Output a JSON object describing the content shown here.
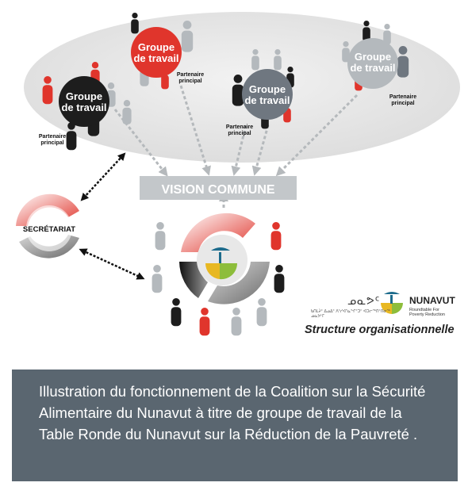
{
  "diagram": {
    "groups": [
      {
        "label_line1": "Groupe",
        "label_line2": "de travail",
        "color": "#1d1d1d"
      },
      {
        "label_line1": "Groupe",
        "label_line2": "de travail",
        "color": "#e0352c"
      },
      {
        "label_line1": "Groupe",
        "label_line2": "de travail",
        "color": "#6f7780"
      },
      {
        "label_line1": "Groupe",
        "label_line2": "de travail",
        "color": "#b4b9bd"
      }
    ],
    "partner_line1": "Partenaire",
    "partner_line2": "principal",
    "vision": "VISION COMMUNE",
    "secretariat": "SECRÉTARIAT"
  },
  "logo": {
    "inuktitut_name": "ᓄᓇᕗᑦ",
    "inuktitut_sub": "ᑲᑎᒪᔩᑦ ᐃᓄᐃᑦ ᐱᑦᓯᐊᕐᓇᖏᑦᑐᑦ ᐊᑐᓕᖅᑎᑦᑎᓂᖅ ᓄᓇᕗᒻᒥ",
    "name": "NUNAVUT",
    "sub_line1": "Roundtable For",
    "sub_line2": "Poverty Reduction"
  },
  "structure_title": "Structure organisationnelle",
  "caption": "Illustration du fonctionnement de la Coalition sur la Sécurité Alimentaire du Nunavut à titre de groupe de travail de la Table Ronde du Nunavut sur la Réduction de la Pauvreté ."
}
